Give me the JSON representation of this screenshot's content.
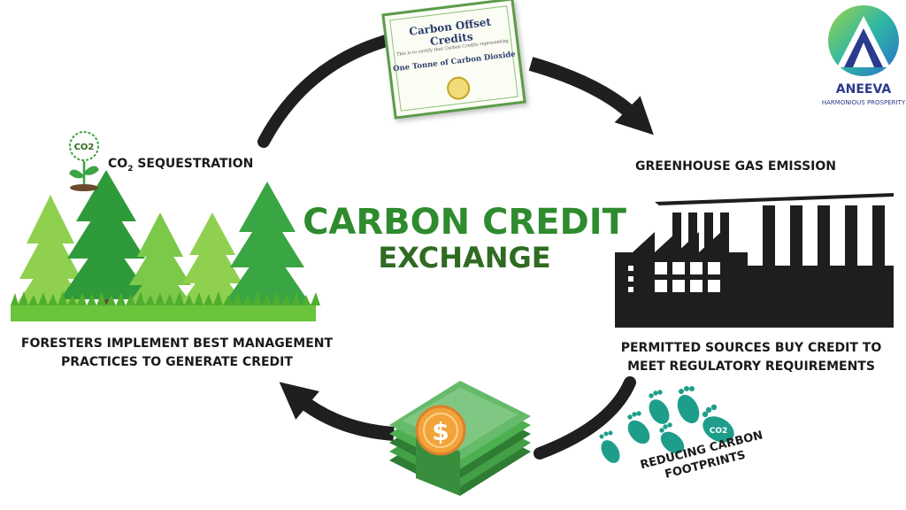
{
  "diagram": {
    "title_line1": "CARBON CREDIT",
    "title_line2": "EXCHANGE",
    "nodes": {
      "co2_label_prefix": "CO",
      "co2_label_subscript": "2",
      "co2_label_suffix": " SEQUESTRATION",
      "co2_icon_text": "CO2",
      "greenhouse": "GREENHOUSE GAS EMISSION",
      "foresters_line1": "FORESTERS IMPLEMENT BEST MANAGEMENT",
      "foresters_line2": "PRACTICES TO GENERATE CREDIT",
      "permitted_line1": "PERMITTED SOURCES BUY CREDIT TO",
      "permitted_line2": "MEET REGULATORY REQUIREMENTS",
      "footprints_line1": "REDUCING CARBON",
      "footprints_line2": "FOOTPRINTS",
      "footprint_co2_text": "CO2"
    },
    "certificate": {
      "title": "Carbon Offset Credits",
      "fine_print": "This is to certify that Carbon Credits representing",
      "subtitle": "One Tonne of Carbon Dioxide"
    }
  },
  "logo": {
    "name": "ANEEVA",
    "tagline": "HARMONIOUS PROSPERITY"
  },
  "colors": {
    "title_green": "#2e8b2e",
    "title_dark_green": "#2f6b22",
    "arrow": "#1f1f1f",
    "factory": "#1e1e1e",
    "money_green": "#4caf50",
    "coin": "#f2a33a",
    "footprint_teal": "#1e9e8a",
    "logo_navy": "#2a3a8c"
  }
}
